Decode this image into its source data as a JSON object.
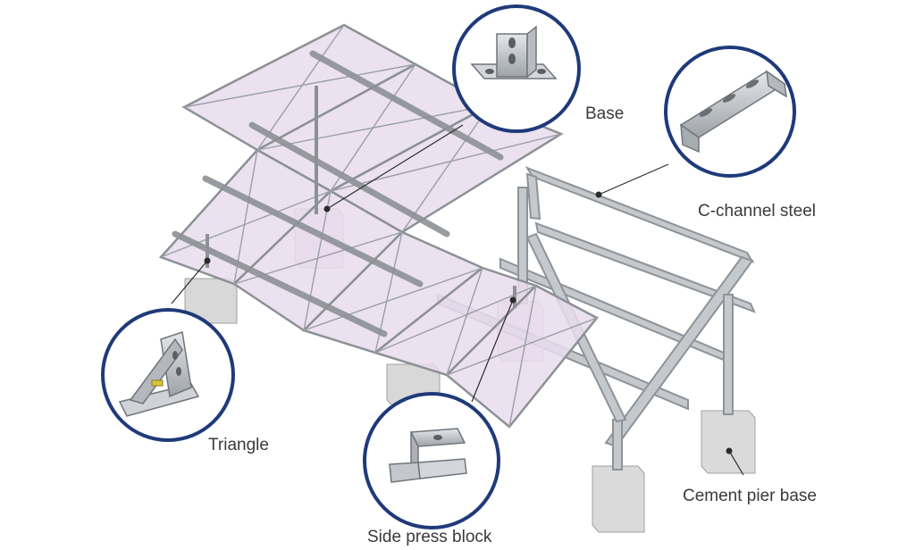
{
  "labels": {
    "base": "Base",
    "c_channel": "C-channel steel",
    "triangle": "Triangle",
    "side_press_block": "Side press block",
    "cement_pier_base": "Cement pier base"
  },
  "colors": {
    "panel_fill": "#e9dcec",
    "frame": "#8c9196",
    "steel": "#c5c9cd",
    "pier": "#dcdcdc",
    "circle_border": "#1f3a7a",
    "text": "#3a3a3a"
  }
}
